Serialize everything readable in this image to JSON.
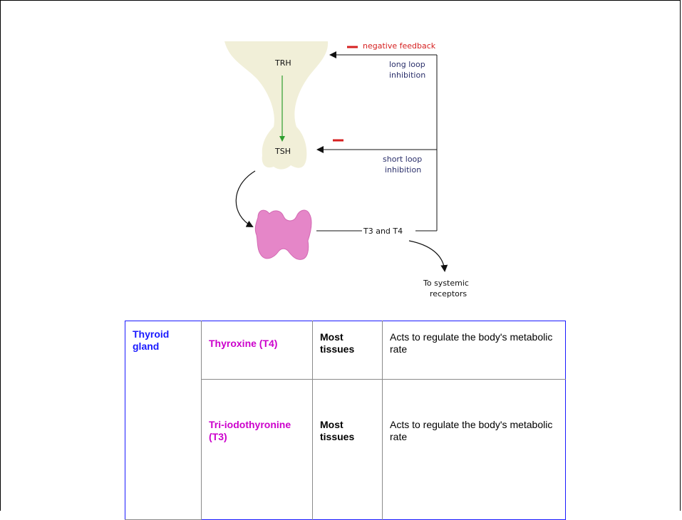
{
  "diagram": {
    "trh": "TRH",
    "tsh": "TSH",
    "negative_feedback": "negative feedback",
    "long_loop_line1": "long loop",
    "long_loop_line2": "inhibition",
    "short_loop_line1": "short loop",
    "short_loop_line2": "inhibition",
    "t3": "T3",
    "and": "and",
    "t4": "T4",
    "systemic_line1": "To systemic",
    "systemic_line2": "receptors",
    "colors": {
      "pituitary": "#f1efd8",
      "thyroid": "#e586c8",
      "feedback_red": "#d62020",
      "loop_text": "#2a2f6a",
      "hormone_arrow": "#2e9e2e"
    }
  },
  "table": {
    "organ": "Thyroid gland",
    "rows": [
      {
        "hormone": "Thyroxine (T4)",
        "target": "Most tissues",
        "action": "Acts to regulate the body's metabolic rate"
      },
      {
        "hormone": "Tri-iodothyronine (T3)",
        "target": "Most tissues",
        "action": "Acts to regulate the body's metabolic rate"
      }
    ],
    "colors": {
      "organ": "#1a1aff",
      "hormone": "#cc00cc",
      "border": "#1a1aff"
    }
  }
}
